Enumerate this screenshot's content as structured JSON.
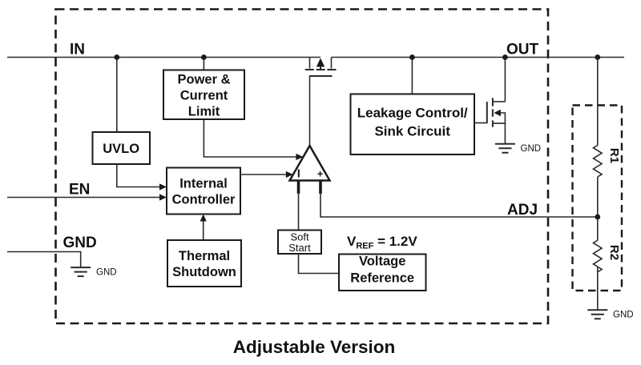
{
  "title": "Adjustable Version",
  "colors": {
    "ink": "#1a1a1a",
    "background": "#ffffff"
  },
  "pins": {
    "in": {
      "label": "IN"
    },
    "out": {
      "label": "OUT"
    },
    "en": {
      "label": "EN"
    },
    "gnd": {
      "label": "GND"
    },
    "adj": {
      "label": "ADJ"
    }
  },
  "blocks": {
    "power_current_limit": {
      "lines": [
        "Power &",
        "Current",
        "Limit"
      ]
    },
    "uvlo": {
      "lines": [
        "UVLO"
      ]
    },
    "internal_controller": {
      "lines": [
        "Internal",
        "Controller"
      ]
    },
    "thermal_shutdown": {
      "lines": [
        "Thermal",
        "Shutdown"
      ]
    },
    "soft_start": {
      "lines": [
        "Soft",
        "Start"
      ]
    },
    "voltage_reference": {
      "lines": [
        "Voltage",
        "Reference"
      ]
    },
    "leakage_control": {
      "lines": [
        "Leakage Control/",
        "Sink Circuit"
      ]
    }
  },
  "error_amp": {
    "minus": "-",
    "plus": "+"
  },
  "vref": {
    "v": "V",
    "sub": "REF",
    "eq": " = 1.2V"
  },
  "resistors": {
    "r1": "R1",
    "r2": "R2"
  },
  "grounds": {
    "gnd_pin": "GND",
    "sink_fet": "GND",
    "divider": "GND"
  }
}
